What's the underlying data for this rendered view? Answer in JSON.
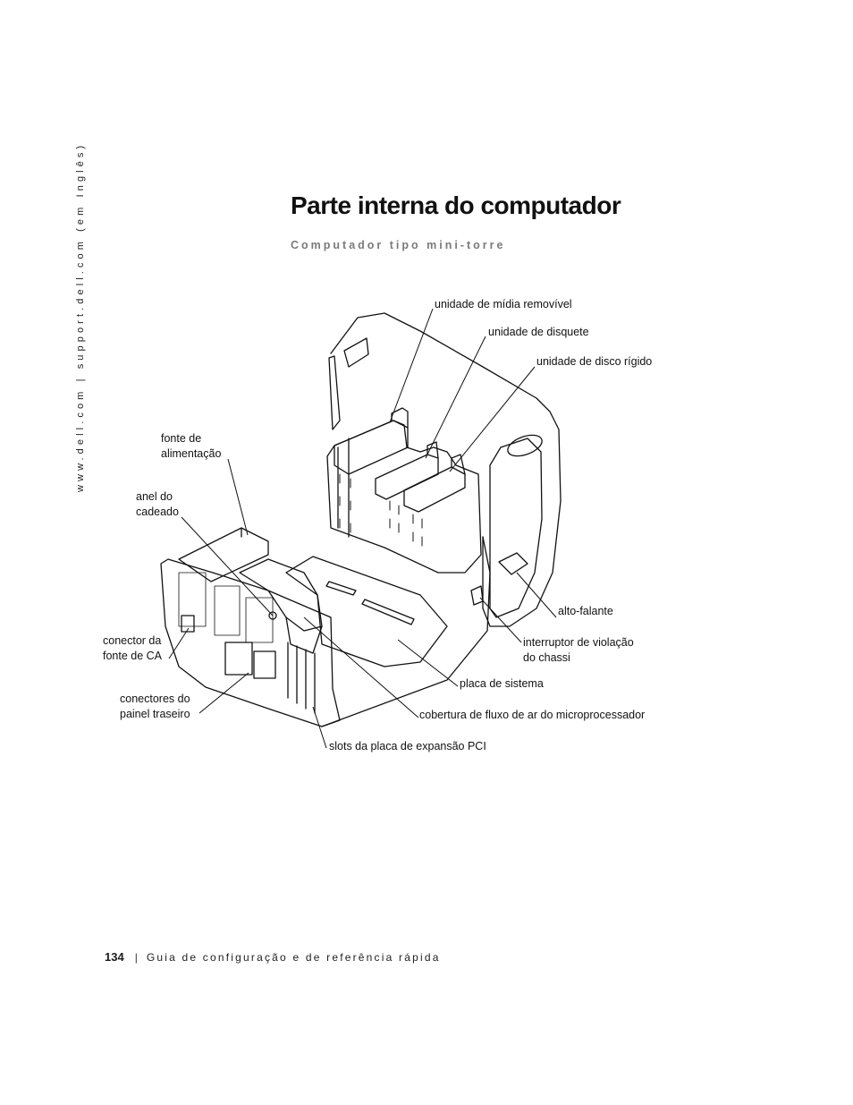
{
  "side_url": "www.dell.com | support.dell.com (em Inglês)",
  "title": "Parte interna do computador",
  "subtitle": "Computador tipo mini-torre",
  "labels": {
    "removable_media": "unidade de mídia removível",
    "floppy": "unidade de disquete",
    "hard_drive": "unidade de disco rígido",
    "power_supply": [
      "fonte de",
      "alimentação"
    ],
    "padlock_ring": [
      "anel do",
      "cadeado"
    ],
    "ac_connector": [
      "conector da",
      "fonte de CA"
    ],
    "back_panel": [
      "conectores do",
      "painel traseiro"
    ],
    "speaker": "alto-falante",
    "intrusion_switch": [
      "interruptor de violação",
      "do chassi"
    ],
    "system_board": "placa de sistema",
    "airflow_shroud": "cobertura de fluxo de ar do microprocessador",
    "pci_slots": "slots da placa de expansão PCI"
  },
  "footer": {
    "page_number": "134",
    "separator": "|",
    "guide_title": "Guia de configuração e de referência rápida"
  }
}
